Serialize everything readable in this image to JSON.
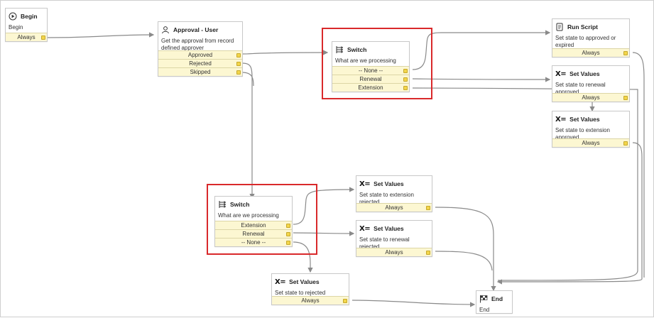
{
  "nodes": {
    "begin": {
      "title": "Begin",
      "desc": "Begin",
      "exits": [
        "Always"
      ]
    },
    "approval": {
      "title": "Approval - User",
      "desc": "Get the approval from record defined approver",
      "exits": [
        "Approved",
        "Rejected",
        "Skipped"
      ]
    },
    "switch_top": {
      "title": "Switch",
      "desc": "What are we processing",
      "exits": [
        "-- None --",
        "Renewal",
        "Extension"
      ]
    },
    "run_script": {
      "title": "Run Script",
      "desc": "Set state to approved or expired",
      "exits": [
        "Always"
      ]
    },
    "set_renewal_approved": {
      "title": "Set Values",
      "desc": "Set state to renewal approved",
      "exits": [
        "Always"
      ]
    },
    "set_extension_approved": {
      "title": "Set Values",
      "desc": "Set state to extension approved",
      "exits": [
        "Always"
      ]
    },
    "switch_bottom": {
      "title": "Switch",
      "desc": "What are we processing",
      "exits": [
        "Extension",
        "Renewal",
        "-- None --"
      ]
    },
    "set_extension_rejected": {
      "title": "Set Values",
      "desc": "Set state to extension rejected",
      "exits": [
        "Always"
      ]
    },
    "set_renewal_rejected": {
      "title": "Set Values",
      "desc": "Set state to renewal rejected",
      "exits": [
        "Always"
      ]
    },
    "set_rejected": {
      "title": "Set Values",
      "desc": "Set state to rejected",
      "exits": [
        "Always"
      ]
    },
    "end": {
      "title": "End",
      "desc": "End",
      "exits": []
    }
  },
  "icons": {
    "set_values_glyph": "X=",
    "begin": "play-circle-icon",
    "approval": "user-icon",
    "switch": "branch-icon",
    "run_script": "script-icon",
    "end": "checkered-flag-icon"
  },
  "colors": {
    "highlight": "#d9292b",
    "exit_bg": "#fcf7d2",
    "port": "#f3d64b",
    "wire": "#8a8a8a"
  }
}
